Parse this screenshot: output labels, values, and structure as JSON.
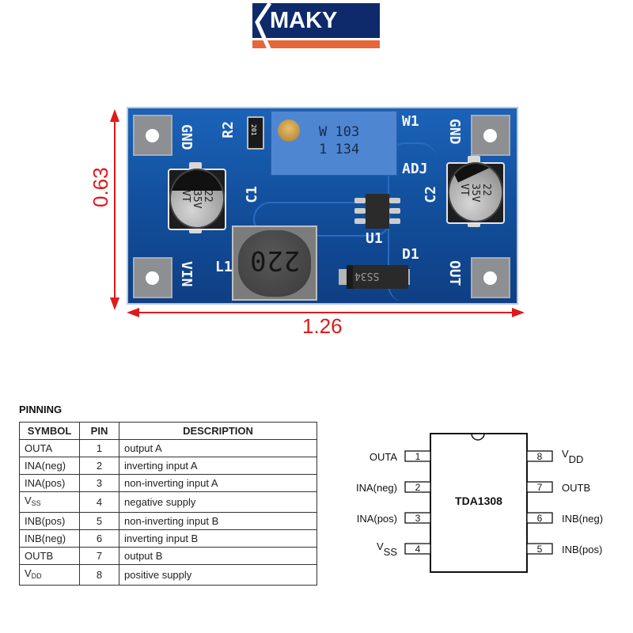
{
  "logo": {
    "brand": "MAKY",
    "navy": "#0e2a6b",
    "orange": "#e8663a"
  },
  "board": {
    "dimensions": {
      "height_label": "0.63",
      "width_label": "1.26",
      "color": "#e01a1a"
    },
    "silkscreen": {
      "gnd_left": "GND",
      "gnd_right": "GND",
      "vin": "VIN",
      "out": "OUT",
      "r2": "R2",
      "w1": "W1",
      "adj": "ADJ",
      "c1": "C1",
      "c2": "C2",
      "l1": "L1",
      "u1": "U1",
      "d1": "D1"
    },
    "components": {
      "r2_marking": "201",
      "pot_line1": "W 103",
      "pot_line2": "1 134",
      "cap_c1_marking": [
        "22",
        "35V",
        "VT"
      ],
      "cap_c2_marking": [
        "22",
        "35V",
        "VT"
      ],
      "inductor_marking": "220",
      "diode_marking": "SS34"
    }
  },
  "pinning": {
    "title": "PINNING",
    "headers": [
      "SYMBOL",
      "PIN",
      "DESCRIPTION"
    ],
    "rows": [
      {
        "symbol": "OUTA",
        "sub": "",
        "pin": "1",
        "description": "output A"
      },
      {
        "symbol": "INA(neg)",
        "sub": "",
        "pin": "2",
        "description": "inverting input A"
      },
      {
        "symbol": "INA(pos)",
        "sub": "",
        "pin": "3",
        "description": "non-inverting input A"
      },
      {
        "symbol": "V",
        "sub": "SS",
        "pin": "4",
        "description": "negative supply"
      },
      {
        "symbol": "INB(pos)",
        "sub": "",
        "pin": "5",
        "description": "non-inverting input B"
      },
      {
        "symbol": "INB(neg)",
        "sub": "",
        "pin": "6",
        "description": "inverting input B"
      },
      {
        "symbol": "OUTB",
        "sub": "",
        "pin": "7",
        "description": "output B"
      },
      {
        "symbol": "V",
        "sub": "DD",
        "pin": "8",
        "description": "positive supply"
      }
    ]
  },
  "chip": {
    "name": "TDA1308",
    "left_pins": [
      {
        "num": "1",
        "label": "OUTA",
        "sub": ""
      },
      {
        "num": "2",
        "label": "INA(neg)",
        "sub": ""
      },
      {
        "num": "3",
        "label": "INA(pos)",
        "sub": ""
      },
      {
        "num": "4",
        "label": "V",
        "sub": "SS"
      }
    ],
    "right_pins": [
      {
        "num": "8",
        "label": "V",
        "sub": "DD"
      },
      {
        "num": "7",
        "label": "OUTB",
        "sub": ""
      },
      {
        "num": "6",
        "label": "INB(neg)",
        "sub": ""
      },
      {
        "num": "5",
        "label": "INB(pos)",
        "sub": ""
      }
    ]
  }
}
